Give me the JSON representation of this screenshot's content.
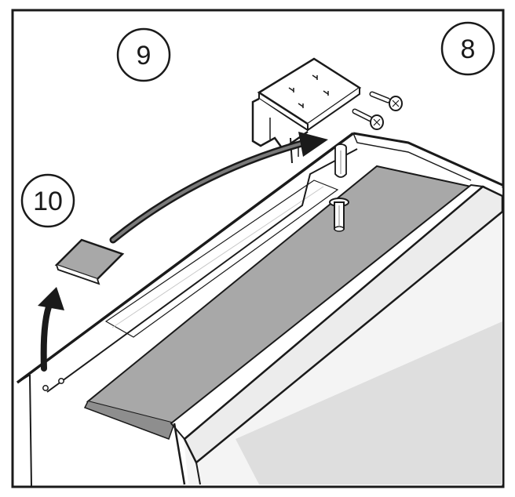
{
  "steps": [
    {
      "number": "9"
    },
    {
      "number": "8"
    },
    {
      "number": "10"
    }
  ],
  "colors": {
    "line": "#1a1a1a",
    "panel_shade": "#a8a8a8",
    "light_shade": "#dedede",
    "background": "#ffffff"
  },
  "icons": [
    "hinge-bracket-icon",
    "screw-icon",
    "hinge-pin-icon",
    "cover-cap-icon",
    "curved-arrow-icon"
  ]
}
